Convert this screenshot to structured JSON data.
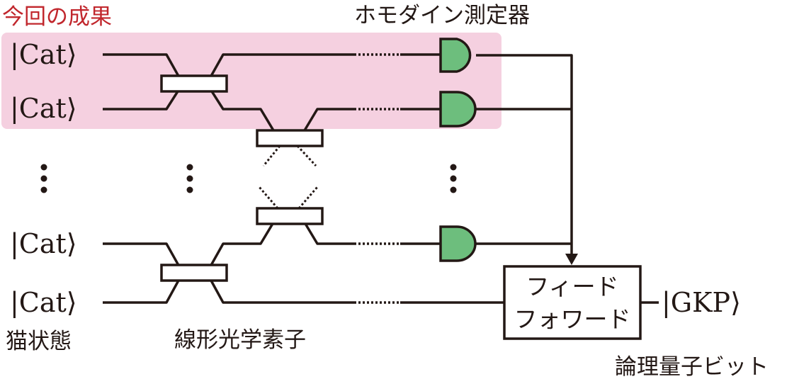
{
  "labels": {
    "result_label": "今回の成果",
    "homodyne": "ホモダイン測定器",
    "cat_state_label": "猫状態",
    "linear_optics": "線形光学素子",
    "logical_qubit": "論理量子ビット",
    "feedforward_line1": "フィード",
    "feedforward_line2": "フォワード",
    "output_state": "|GKP⟩",
    "inputs": [
      "|Cat⟩",
      "|Cat⟩",
      "|Cat⟩",
      "|Cat⟩"
    ]
  },
  "colors": {
    "highlight": "#f5d0e0",
    "detector": "#6dbe7d",
    "accent_text": "#c1272d",
    "ink": "#231815"
  },
  "icons": {
    "detector": "homodyne-detector-d-shape",
    "beam_splitter": "beam-splitter-rectangle"
  }
}
